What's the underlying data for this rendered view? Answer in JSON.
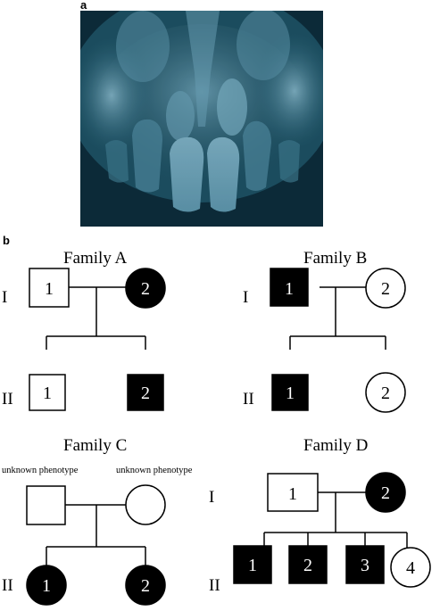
{
  "panels": {
    "a_label": "a",
    "b_label": "b"
  },
  "colors": {
    "affected": "#000000",
    "unaffected": "#ffffff",
    "xray_background": "#0d2c3a",
    "xray_tint": "#6fa3b8"
  },
  "generation_labels": {
    "I": "I",
    "II": "II"
  },
  "families": [
    {
      "name": "Family A",
      "members": [
        {
          "generation": "I",
          "number": "1",
          "sex": "male",
          "affected": false
        },
        {
          "generation": "I",
          "number": "2",
          "sex": "female",
          "affected": true
        },
        {
          "generation": "II",
          "number": "1",
          "sex": "male",
          "affected": false
        },
        {
          "generation": "II",
          "number": "2",
          "sex": "male",
          "affected": true
        }
      ]
    },
    {
      "name": "Family B",
      "members": [
        {
          "generation": "I",
          "number": "1",
          "sex": "male",
          "affected": true
        },
        {
          "generation": "I",
          "number": "2",
          "sex": "female",
          "affected": false
        },
        {
          "generation": "II",
          "number": "1",
          "sex": "male",
          "affected": true
        },
        {
          "generation": "II",
          "number": "2",
          "sex": "female",
          "affected": false
        }
      ]
    },
    {
      "name": "Family C",
      "members": [
        {
          "generation": "I",
          "number": "",
          "sex": "male",
          "affected": false,
          "note": "unknown phenotype"
        },
        {
          "generation": "I",
          "number": "",
          "sex": "female",
          "affected": false,
          "note": "unknown phenotype"
        },
        {
          "generation": "II",
          "number": "1",
          "sex": "female",
          "affected": true
        },
        {
          "generation": "II",
          "number": "2",
          "sex": "female",
          "affected": true
        }
      ]
    },
    {
      "name": "Family D",
      "members": [
        {
          "generation": "I",
          "number": "1",
          "sex": "male",
          "affected": false
        },
        {
          "generation": "I",
          "number": "2",
          "sex": "female",
          "affected": true
        },
        {
          "generation": "II",
          "number": "1",
          "sex": "male",
          "affected": true
        },
        {
          "generation": "II",
          "number": "2",
          "sex": "male",
          "affected": true
        },
        {
          "generation": "II",
          "number": "3",
          "sex": "male",
          "affected": true
        },
        {
          "generation": "II",
          "number": "4",
          "sex": "female",
          "affected": false
        }
      ]
    }
  ]
}
